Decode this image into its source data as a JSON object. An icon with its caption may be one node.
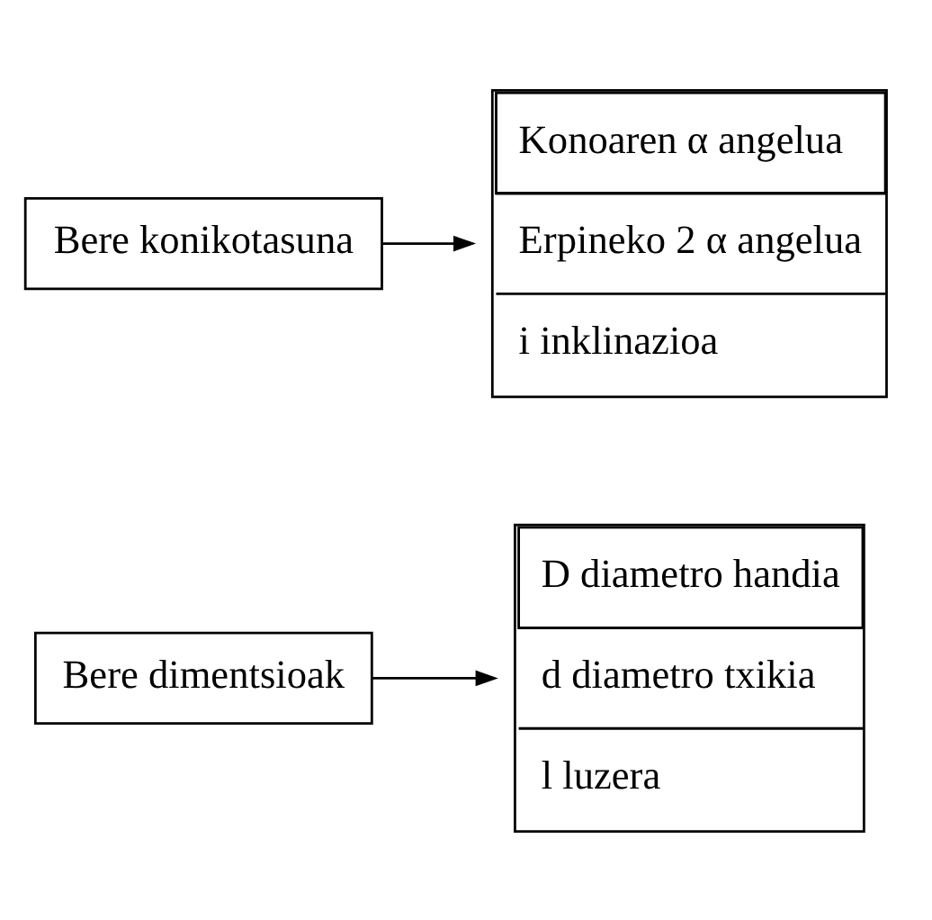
{
  "diagram": {
    "nodes": [
      {
        "text": [
          "Bere dimentsioak"
        ]
      },
      {
        "text": [
          "D diametro handia",
          "d diametro txikia",
          "l luzera"
        ]
      },
      {
        "text": [
          "Bere konikotasuna"
        ]
      },
      {
        "text": [
          "Konoaren α angelua",
          "Erpineko 2 α angelua",
          "i inklinazioa"
        ]
      }
    ],
    "edges": [
      {
        "from": 0,
        "to": 1,
        "arrow": "to"
      },
      {
        "from": 2,
        "to": 3,
        "arrow": "to"
      }
    ]
  }
}
